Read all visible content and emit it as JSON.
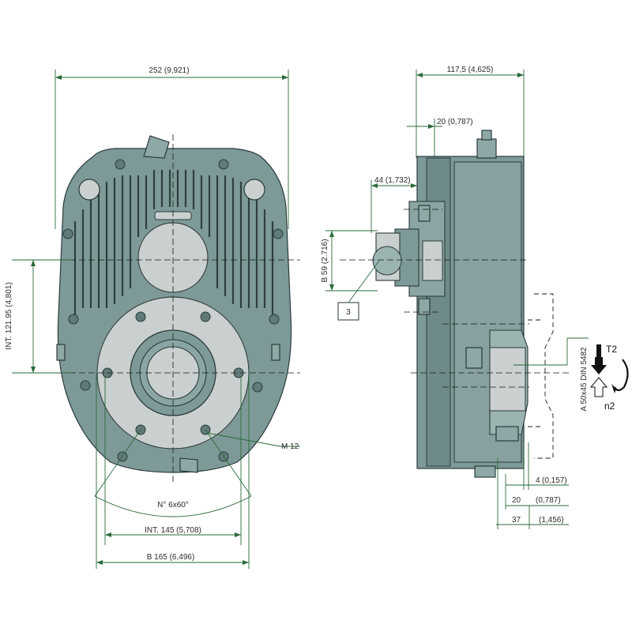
{
  "front_view": {
    "width_label": "252 (9,921)",
    "height_label": "INT. 121.95 (4,801)",
    "thread_label": "M 12",
    "angle_label": "N° 6x60°",
    "int_label": "INT. 145 (5,708)",
    "b_label": "B 165 (6,496)"
  },
  "side_view": {
    "depth_label": "117,5 (4,625)",
    "flange_label": "20 (0,787)",
    "hub_label": "44 (1,732)",
    "bore_label": "B 59 (2.716)",
    "callout_number": "3",
    "shaft_label": "A 50x45 DIN 5482",
    "torque_label": "T2",
    "speed_label": "n2",
    "dim_4": "4",
    "dim_4_in": "(0,157)",
    "dim_20": "20",
    "dim_20_in": "(0,787)",
    "dim_37": "37",
    "dim_37_in": "(1,456)"
  },
  "colors": {
    "housing": "#7e9a98",
    "plate": "#c9d0cf",
    "dimension_lines": "#2a6a3a"
  }
}
